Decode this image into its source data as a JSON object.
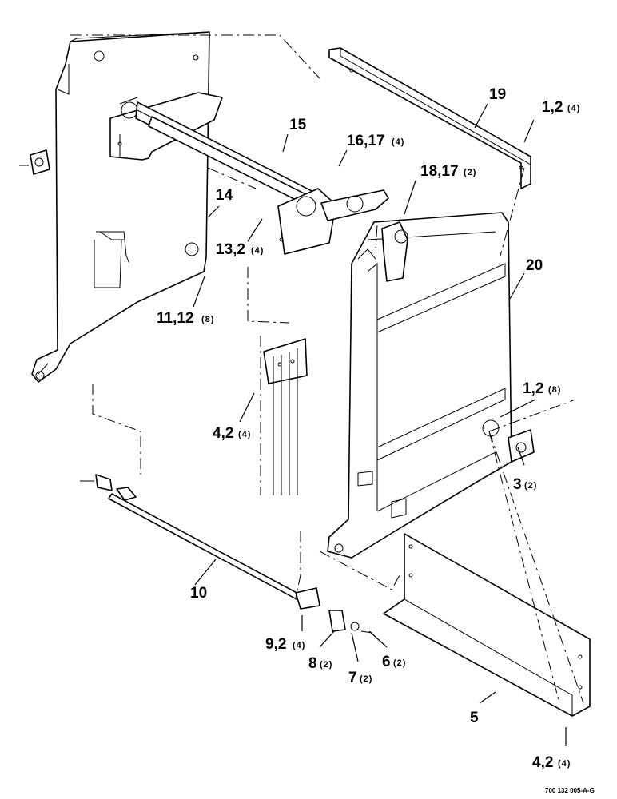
{
  "diagram": {
    "callouts": [
      {
        "id": "19",
        "num": "19",
        "qty": ""
      },
      {
        "id": "1-2-top",
        "num": "1,2",
        "qty": "(4)"
      },
      {
        "id": "15",
        "num": "15",
        "qty": ""
      },
      {
        "id": "16-17",
        "num": "16,17",
        "qty": "(4)"
      },
      {
        "id": "18-17",
        "num": "18,17",
        "qty": "(2)"
      },
      {
        "id": "14",
        "num": "14",
        "qty": ""
      },
      {
        "id": "13-2",
        "num": "13,2",
        "qty": "(4)"
      },
      {
        "id": "11-12",
        "num": "11,12",
        "qty": "(8)"
      },
      {
        "id": "20",
        "num": "20",
        "qty": ""
      },
      {
        "id": "1-2-mid",
        "num": "1,2",
        "qty": "(8)"
      },
      {
        "id": "4-2-mid",
        "num": "4,2",
        "qty": "(4)"
      },
      {
        "id": "3",
        "num": "3",
        "qty": "(2)"
      },
      {
        "id": "10",
        "num": "10",
        "qty": ""
      },
      {
        "id": "9-2",
        "num": "9,2",
        "qty": "(4)"
      },
      {
        "id": "8",
        "num": "8",
        "qty": "(2)"
      },
      {
        "id": "7",
        "num": "7",
        "qty": "(2)"
      },
      {
        "id": "6",
        "num": "6",
        "qty": "(2)"
      },
      {
        "id": "5",
        "num": "5",
        "qty": ""
      },
      {
        "id": "4-2-bot",
        "num": "4,2",
        "qty": "(4)"
      }
    ],
    "drawing_code": "700 132 005-A-G"
  }
}
